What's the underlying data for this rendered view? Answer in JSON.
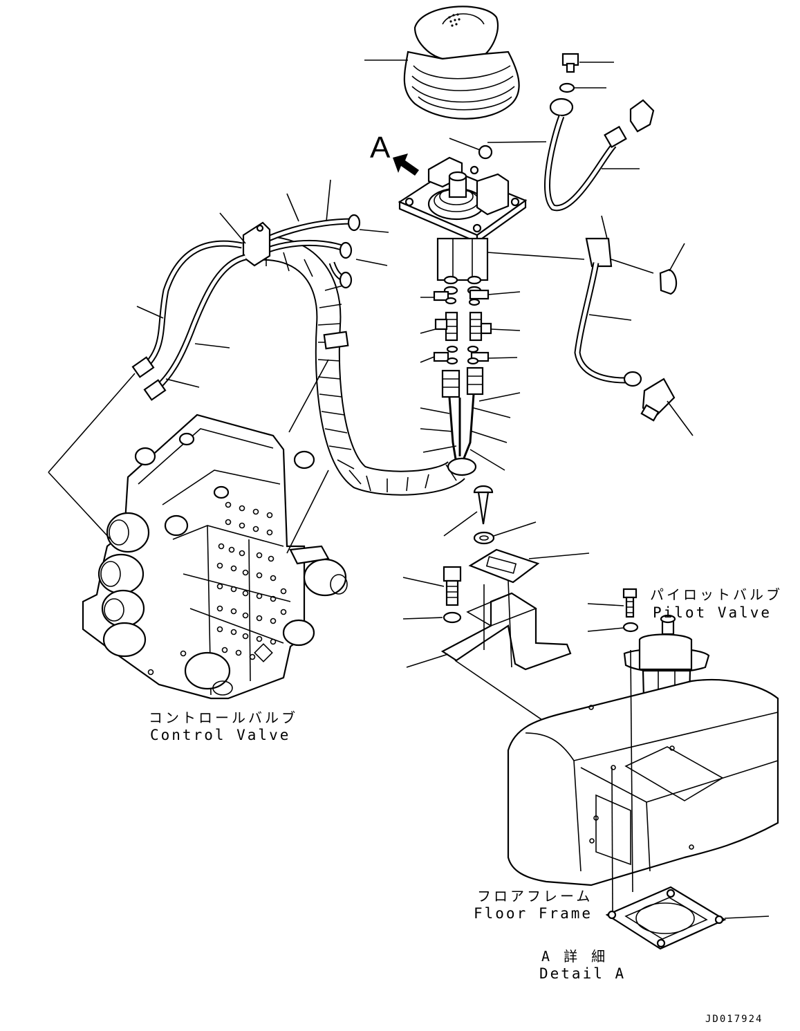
{
  "diagram": {
    "labels": {
      "pilot_valve_jp": "パイロットバルブ",
      "pilot_valve_en": "Pilot Valve",
      "control_valve_jp": "コントロールバルブ",
      "control_valve_en": "Control Valve",
      "floor_frame_jp": "フロアフレーム",
      "floor_frame_en": "Floor Frame",
      "detail_jp": "A 詳 細",
      "detail_en": "Detail A",
      "view_marker": "A",
      "drawing_code": "JD017924"
    }
  }
}
